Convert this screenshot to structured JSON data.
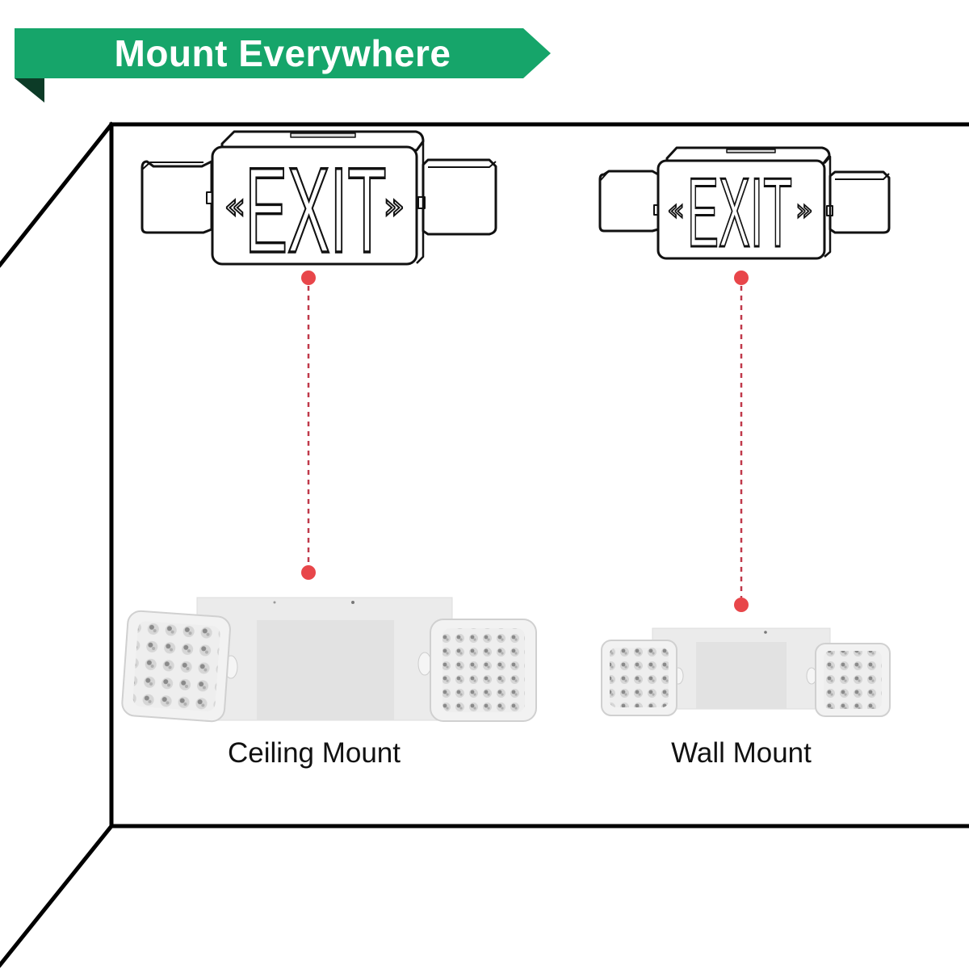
{
  "banner": {
    "title": "Mount Everywhere",
    "color": "#16a56a",
    "fold_color": "#0c3b27"
  },
  "scene": {
    "line_color": "#000000",
    "connector_color": "#e8464a"
  },
  "signs": [
    {
      "id": "ceiling",
      "sign_text": "EXIT",
      "left_chevron": "«",
      "right_chevron": "»"
    },
    {
      "id": "wall",
      "sign_text": "EXIT",
      "left_chevron": "«",
      "right_chevron": "»"
    }
  ],
  "mounts": [
    {
      "label": "Ceiling Mount"
    },
    {
      "label": "Wall Mount"
    }
  ]
}
